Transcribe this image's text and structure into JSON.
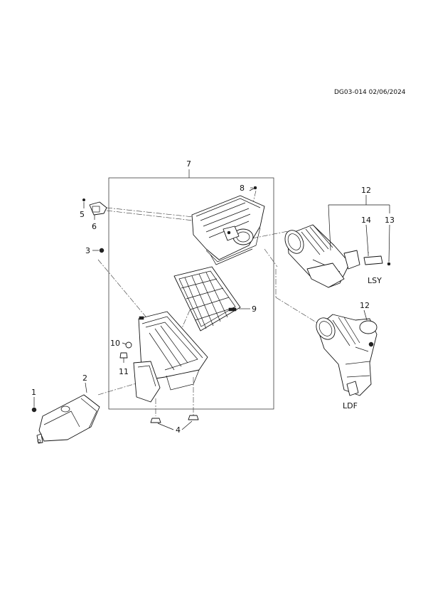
{
  "document": {
    "code": "DG03-014 02/06/2024"
  },
  "callouts": {
    "c1": "1",
    "c2": "2",
    "c3": "3",
    "c4": "4",
    "c5": "5",
    "c6": "6",
    "c7": "7",
    "c8": "8",
    "c9": "9",
    "c10": "10",
    "c11": "11",
    "c12a": "12",
    "c12b": "12",
    "c13": "13",
    "c14": "14"
  },
  "variants": {
    "upper": "LSY",
    "lower": "LDF"
  },
  "colors": {
    "line": "#222222",
    "background": "#ffffff"
  }
}
